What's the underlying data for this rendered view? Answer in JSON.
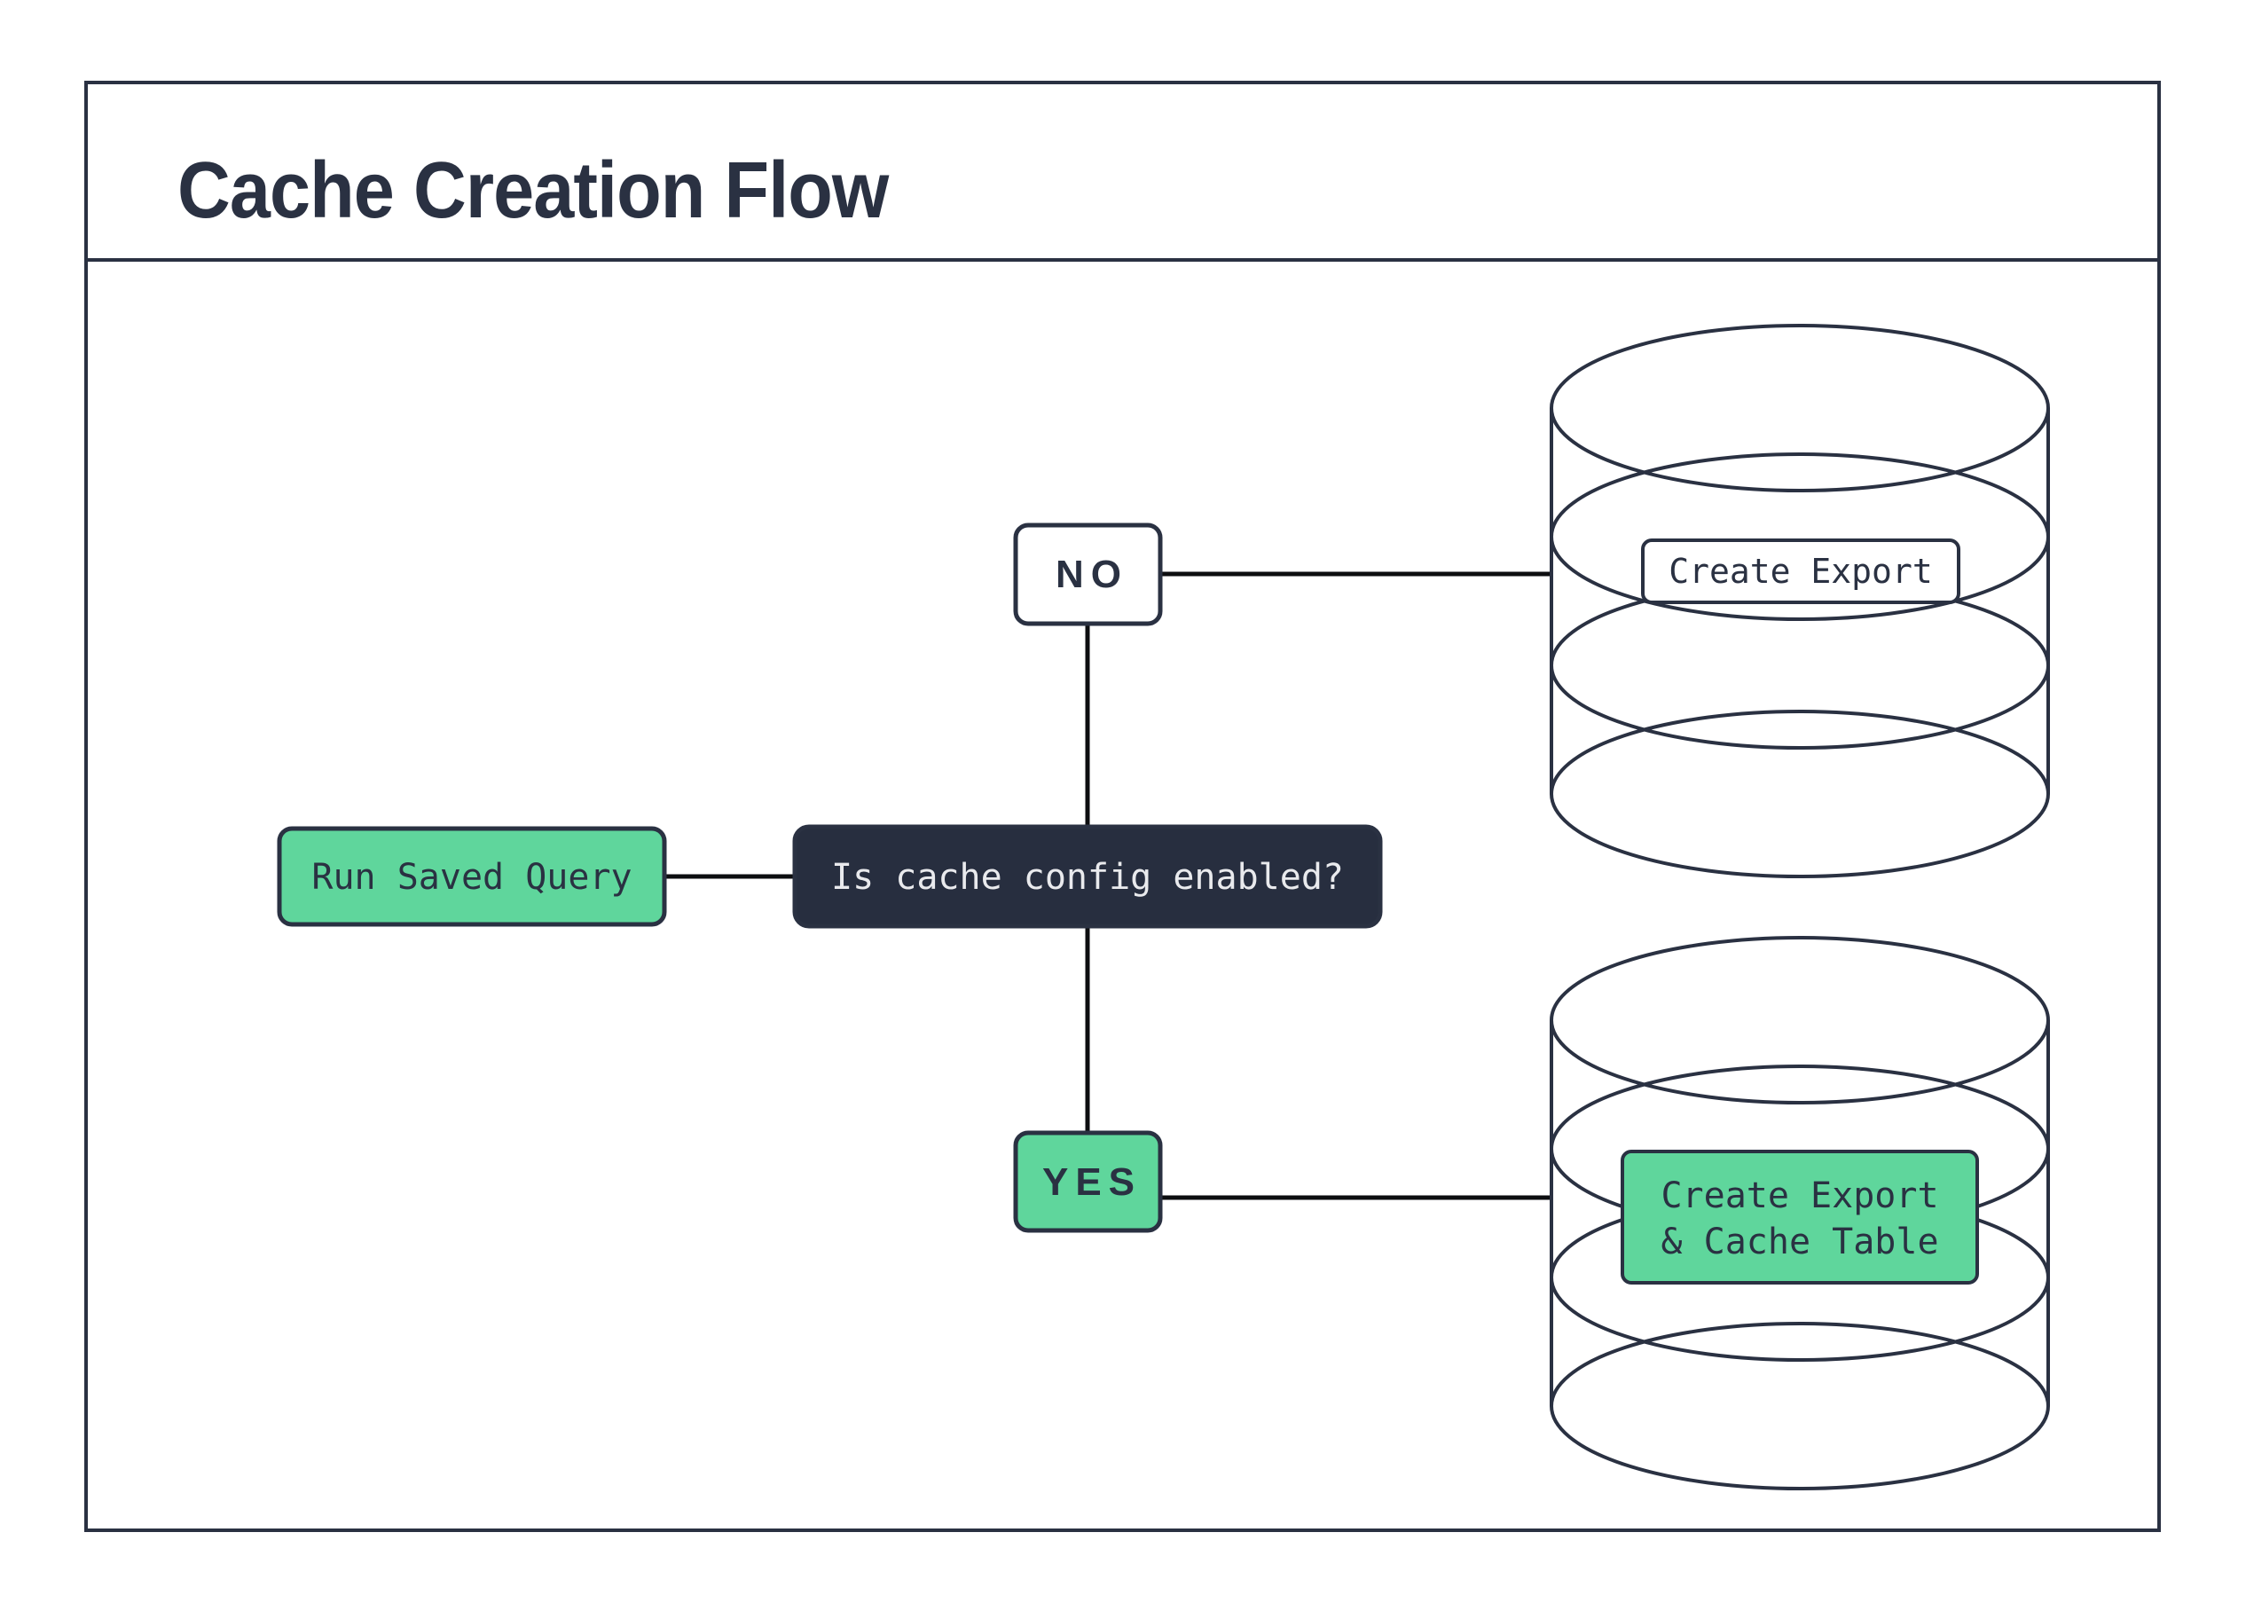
{
  "header": {
    "title": "Cache Creation Flow"
  },
  "flow": {
    "start": {
      "label": "Run Saved Query"
    },
    "decision": {
      "label": "Is cache config enabled?"
    },
    "no_branch": {
      "label": "NO"
    },
    "yes_branch": {
      "label": "YES"
    },
    "no_target_db": {
      "label": "Create Export"
    },
    "yes_target_db": {
      "label_line1": "Create Export",
      "label_line2": "& Cache Table"
    },
    "edges": [
      "Run Saved Query -> Is cache config enabled?",
      "Is cache config enabled? -> NO",
      "NO -> Create Export (database)",
      "Is cache config enabled? -> YES",
      "YES -> Create Export & Cache Table (database)"
    ]
  },
  "colors": {
    "navy": "#2a3142",
    "dark_fill": "#272e3f",
    "green": "#5fd69c",
    "white": "#ffffff",
    "light_text": "#e9eaed",
    "line": "#0d0e10",
    "background": "#ffffff"
  }
}
